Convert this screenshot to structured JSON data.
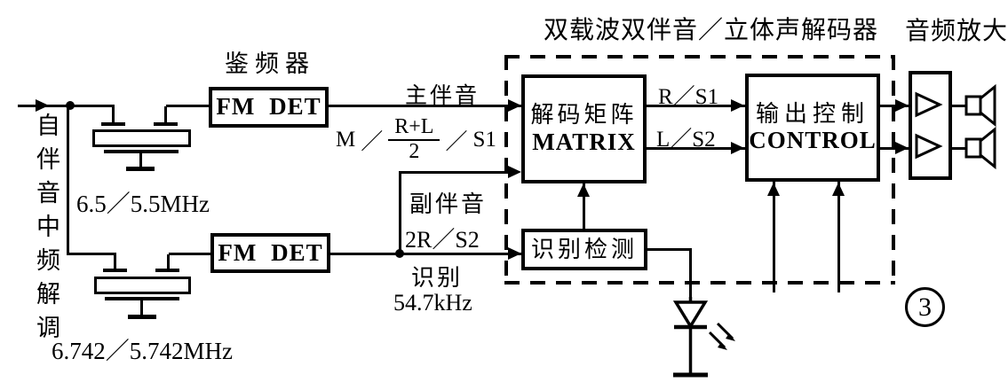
{
  "diagram": {
    "titles": {
      "decoder": "双载波双伴音／立体声解码器",
      "audio_amp": "音频放大",
      "discriminator": "鉴频器"
    },
    "source_label_vertical": "自伴音中频解调",
    "filters": {
      "filter1_freq": "6.5／5.5MHz",
      "filter2_freq": "6.742／5.742MHz"
    },
    "blocks": {
      "fm_det1": "FM DET",
      "fm_det2": "FM DET",
      "matrix_cn": "解码矩阵",
      "matrix_en": "MATRIX",
      "ident_detect": "识别检测",
      "control_cn": "输出控制",
      "control_en": "CONTROL"
    },
    "signals": {
      "main_sound": "主伴音",
      "formula": {
        "prefix": "M",
        "slash": "／",
        "numerator": "R+L",
        "denominator": "2",
        "suffix": "S1"
      },
      "sub_sound": "副伴音",
      "sub_signal": "2R／S2",
      "ident": "识别",
      "ident_freq": "54.7kHz",
      "r_s1": "R／S1",
      "l_s2": "L／S2"
    },
    "figure_number": "3",
    "colors": {
      "ink": "#000000",
      "paper": "#ffffff"
    }
  }
}
